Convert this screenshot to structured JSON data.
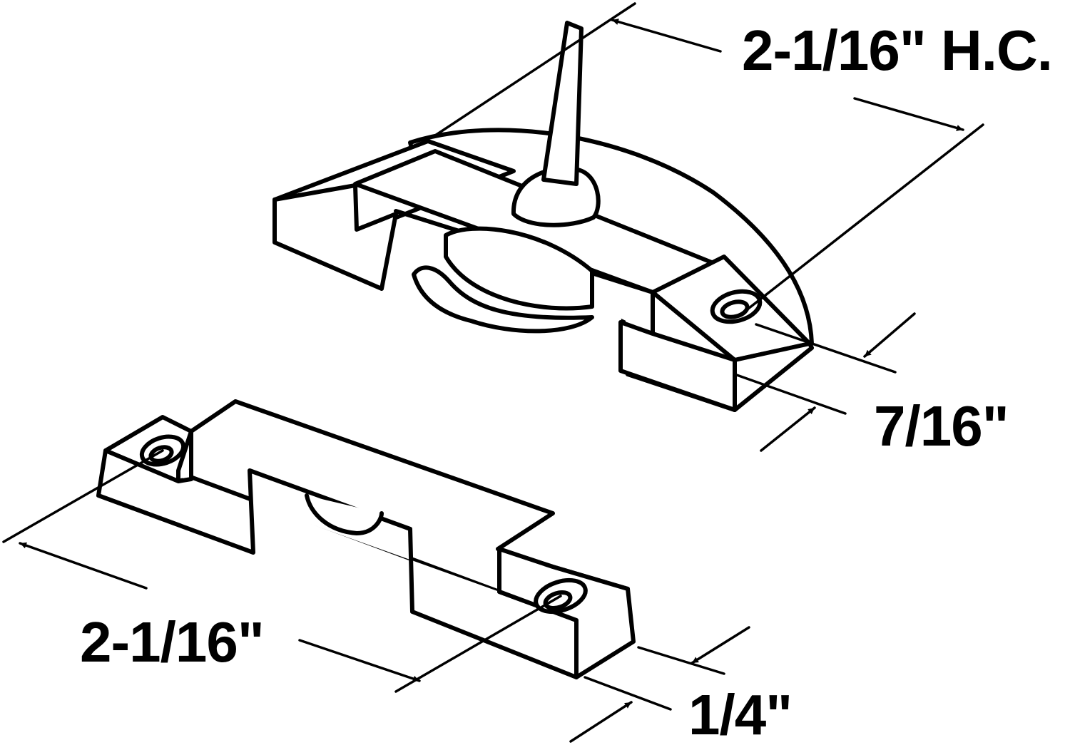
{
  "labels": {
    "latch_hole_centers": "2-1/16\" H.C.",
    "latch_height": "7/16\"",
    "keeper_length": "2-1/16\"",
    "keeper_height": "1/4\""
  },
  "colors": {
    "line": "#000000",
    "background": "#ffffff"
  }
}
